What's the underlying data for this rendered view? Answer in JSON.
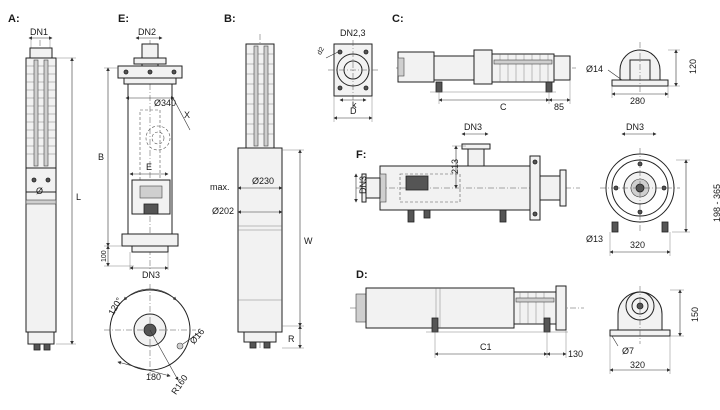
{
  "sections": {
    "A": {
      "title": "A:",
      "dn": "DN1",
      "phi": "Ø",
      "l": "L"
    },
    "E": {
      "title": "E:",
      "dn_top": "DN2",
      "d340": "Ø340",
      "x": "X",
      "b": "B",
      "e": "E",
      "h100": "100",
      "dn3": "DN3"
    },
    "B": {
      "title": "B:",
      "max": "max.",
      "d230": "Ø230",
      "d202": "Ø202",
      "w": "W",
      "r": "R"
    },
    "flange": {
      "dn": "DN2,3",
      "d2": "d2",
      "k": "k",
      "d": "D"
    },
    "C": {
      "title": "C:",
      "c": "C",
      "v85": "85"
    },
    "C_end": {
      "d14": "Ø14",
      "v120": "120",
      "v280": "280"
    },
    "F": {
      "title": "F:",
      "dn3_top": "DN3",
      "v213": "213",
      "dn3_side": "DN3"
    },
    "F_end": {
      "dn3": "DN3",
      "d13": "Ø13",
      "v198": "198 - 365",
      "v320": "320"
    },
    "D": {
      "title": "D:",
      "c1": "C1",
      "v130": "130"
    },
    "D_end": {
      "v150": "150",
      "d7": "Ø7",
      "v320": "320"
    },
    "E_plan": {
      "ang": "120°",
      "d16": "Ø16",
      "v180": "180",
      "r160": "R160"
    }
  }
}
